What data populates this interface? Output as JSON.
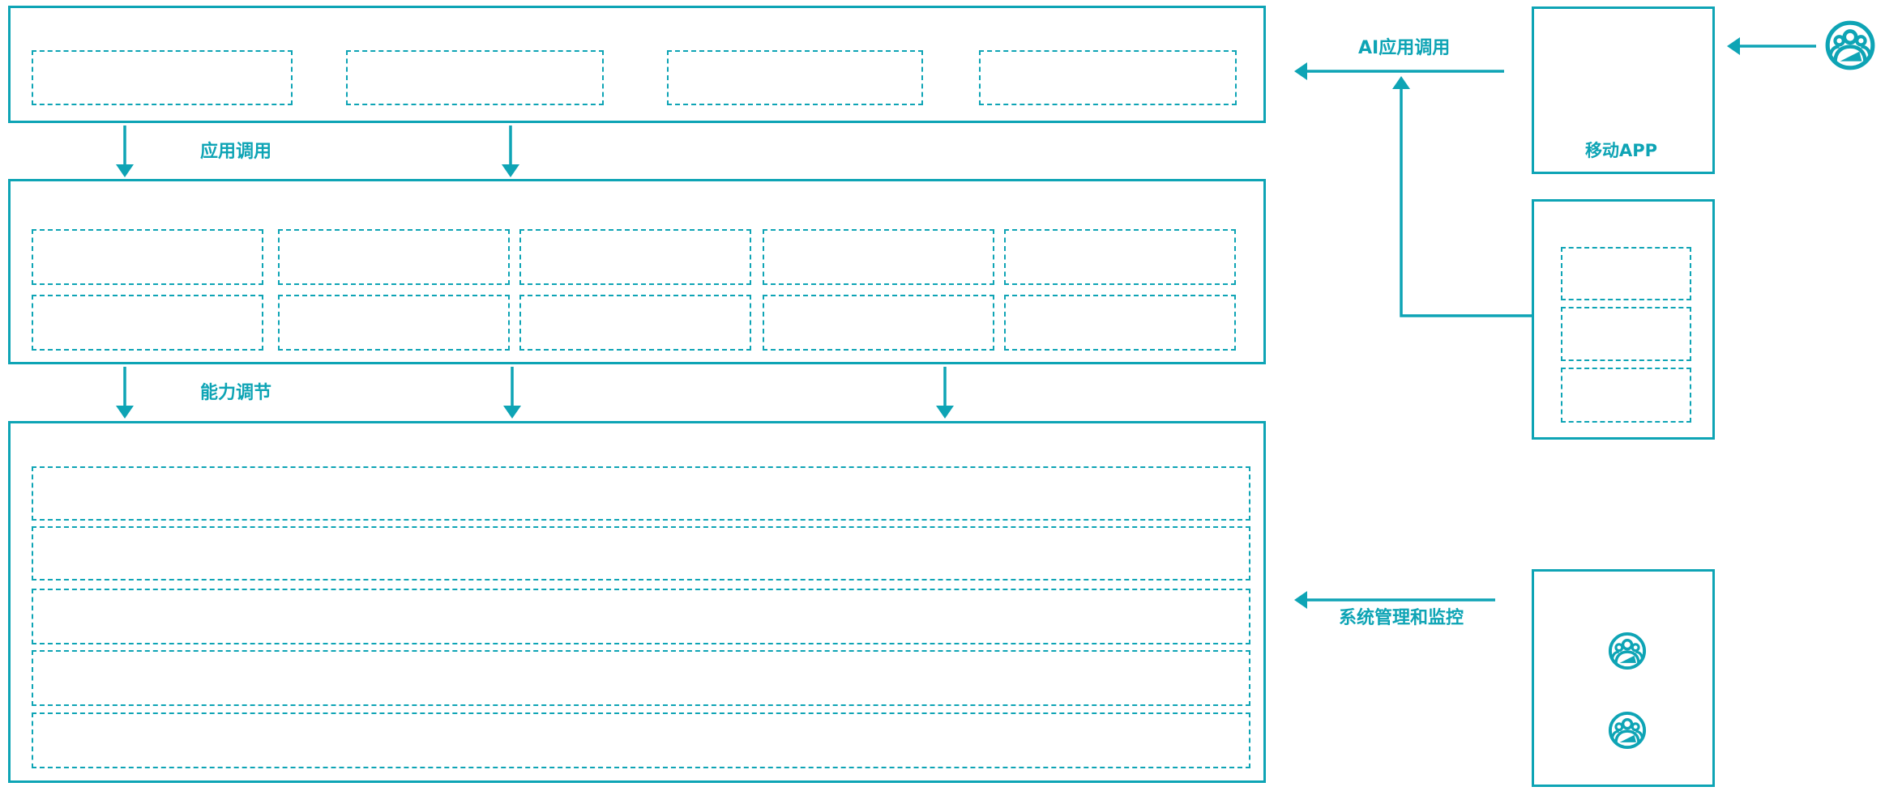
{
  "diagram": {
    "colors": {
      "teal": "#0ea4b5",
      "navy": "#1e3a52"
    },
    "flow_labels": {
      "app_call": "应用调用",
      "capability_tuning": "能力调节",
      "ai_app_call": "AI应用调用",
      "system_management": "系统管理和监控"
    },
    "panels": {
      "top_layer": {
        "placeholder_slots": 4
      },
      "middle_layer": {
        "placeholder_rows": 2,
        "placeholder_cols": 5
      },
      "bottom_layer": {
        "placeholder_rows": 5
      },
      "mobile_app": {
        "label": "移动APP",
        "icon": "smartphone-icon"
      },
      "portal": {
        "placeholder_slots": 3
      },
      "admin": {
        "icons": [
          "user-group-icon",
          "user-group-icon"
        ]
      }
    },
    "end_user_icon": "user-group-icon"
  }
}
